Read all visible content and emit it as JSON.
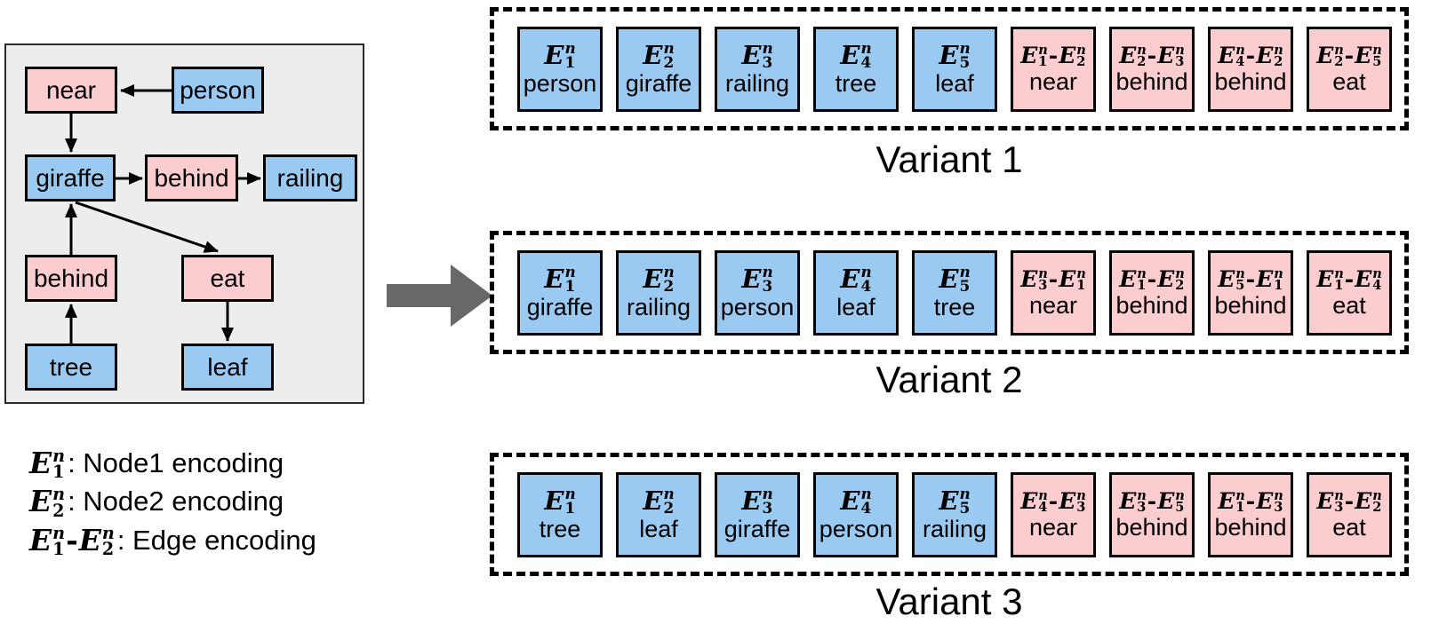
{
  "graph": {
    "nodes": {
      "near": "near",
      "person": "person",
      "giraffe": "giraffe",
      "behind_mid": "behind",
      "railing": "railing",
      "behind_low": "behind",
      "eat": "eat",
      "tree": "tree",
      "leaf": "leaf"
    },
    "edges": [
      {
        "from": "person",
        "to": "near"
      },
      {
        "from": "near",
        "to": "giraffe"
      },
      {
        "from": "giraffe",
        "to": "behind_mid"
      },
      {
        "from": "behind_mid",
        "to": "railing"
      },
      {
        "from": "tree",
        "to": "behind_low"
      },
      {
        "from": "behind_low",
        "to": "giraffe"
      },
      {
        "from": "giraffe",
        "to": "eat"
      },
      {
        "from": "eat",
        "to": "leaf"
      }
    ]
  },
  "variants": [
    {
      "label": "Variant 1",
      "cells": [
        {
          "kind": "node",
          "math": "E_1^n",
          "word": "person"
        },
        {
          "kind": "node",
          "math": "E_2^n",
          "word": "giraffe"
        },
        {
          "kind": "node",
          "math": "E_3^n",
          "word": "railing"
        },
        {
          "kind": "node",
          "math": "E_4^n",
          "word": "tree"
        },
        {
          "kind": "node",
          "math": "E_5^n",
          "word": "leaf"
        },
        {
          "kind": "edge",
          "math": "E_1^n-E_2^n",
          "word": "near"
        },
        {
          "kind": "edge",
          "math": "E_2^n-E_3^n",
          "word": "behind"
        },
        {
          "kind": "edge",
          "math": "E_4^n-E_2^n",
          "word": "behind"
        },
        {
          "kind": "edge",
          "math": "E_2^n-E_5^n",
          "word": "eat"
        }
      ]
    },
    {
      "label": "Variant 2",
      "cells": [
        {
          "kind": "node",
          "math": "E_1^n",
          "word": "giraffe"
        },
        {
          "kind": "node",
          "math": "E_2^n",
          "word": "railing"
        },
        {
          "kind": "node",
          "math": "E_3^n",
          "word": "person"
        },
        {
          "kind": "node",
          "math": "E_4^n",
          "word": "leaf"
        },
        {
          "kind": "node",
          "math": "E_5^n",
          "word": "tree"
        },
        {
          "kind": "edge",
          "math": "E_3^n-E_1^n",
          "word": "near"
        },
        {
          "kind": "edge",
          "math": "E_1^n-E_2^n",
          "word": "behind"
        },
        {
          "kind": "edge",
          "math": "E_5^n-E_1^n",
          "word": "behind"
        },
        {
          "kind": "edge",
          "math": "E_1^n-E_4^n",
          "word": "eat"
        }
      ]
    },
    {
      "label": "Variant 3",
      "cells": [
        {
          "kind": "node",
          "math": "E_1^n",
          "word": "tree"
        },
        {
          "kind": "node",
          "math": "E_2^n",
          "word": "leaf"
        },
        {
          "kind": "node",
          "math": "E_3^n",
          "word": "giraffe"
        },
        {
          "kind": "node",
          "math": "E_4^n",
          "word": "person"
        },
        {
          "kind": "node",
          "math": "E_5^n",
          "word": "railing"
        },
        {
          "kind": "edge",
          "math": "E_4^n-E_3^n",
          "word": "near"
        },
        {
          "kind": "edge",
          "math": "E_3^n-E_5^n",
          "word": "behind"
        },
        {
          "kind": "edge",
          "math": "E_1^n-E_3^n",
          "word": "behind"
        },
        {
          "kind": "edge",
          "math": "E_3^n-E_2^n",
          "word": "eat"
        }
      ]
    }
  ],
  "legend": {
    "items": [
      {
        "math": "E_1^n",
        "label": ": Node1 encoding"
      },
      {
        "math": "E_2^n",
        "label": ": Node2 encoding"
      },
      {
        "math": "E_1^n-E_2^n",
        "label": ": Edge encoding"
      }
    ]
  },
  "colors": {
    "object_fill": "#9ACAF1",
    "relation_fill": "#FBCDCF",
    "panel_bg": "#EDEDED",
    "transform_arrow": "#686868"
  }
}
